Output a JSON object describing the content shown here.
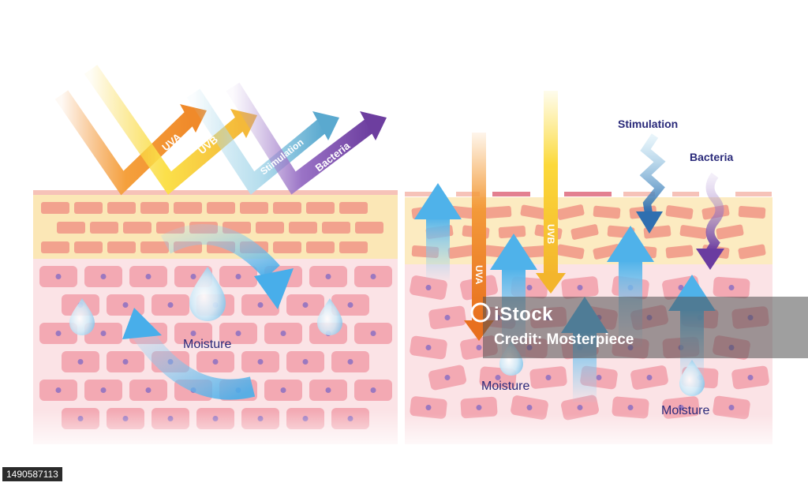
{
  "labels": {
    "left_uva": "UVA",
    "left_uvb": "UVB",
    "left_stimulation": "Stimulation",
    "left_bacteria": "Bacteria",
    "left_moisture": "Moisture",
    "right_uva": "UVA",
    "right_uvb": "UVB",
    "right_stimulation": "Stimulation",
    "right_bacteria": "Bacteria",
    "right_moisture_1": "Moisture",
    "right_moisture_2": "Moisture"
  },
  "watermark": {
    "logo": "iStock",
    "credit": "Credit: Mosterpiece"
  },
  "stock_id": "1490587113",
  "colors": {
    "uva": "#f08a2a",
    "uvb": "#f7d23a",
    "stimulation": "#6fb7d8",
    "bacteria": "#7a4aa8",
    "moisture": "#4ab3ee",
    "cell": "#f3a9b3",
    "nucleus": "#9b78c0",
    "brick": "#f2a28e",
    "stratum": "#fbe7b6",
    "dermis": "#fbe3e6",
    "label": "#2a2a7a"
  }
}
